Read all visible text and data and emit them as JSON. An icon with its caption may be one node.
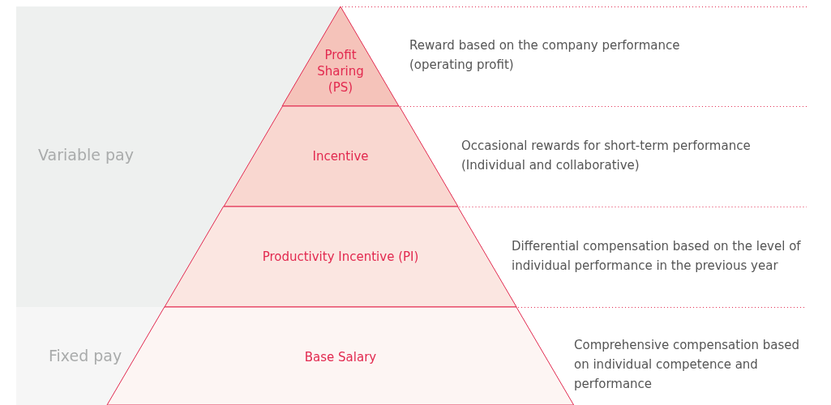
{
  "diagram": {
    "nodes": [
      {
        "text": [
          "Variable pay"
        ]
      },
      {
        "text": [
          "Fixed pay"
        ]
      },
      {
        "text": [
          "Profit Sharing (PS)"
        ],
        "beside": [
          "Reward based on the company performance (operating profit)"
        ]
      },
      {
        "text": [
          "Incentive"
        ],
        "beside": [
          "Occasional rewards for short-term performance (Individual and collaborative)"
        ]
      },
      {
        "text": [
          "Productivity Incentive (PI)"
        ],
        "beside": [
          "Differential compensation based on the level of individual performance in the previous year"
        ]
      },
      {
        "text": [
          "Base Salary"
        ],
        "beside": [
          "Comprehensive compensation based on individual competence and performance"
        ]
      }
    ],
    "edges": []
  }
}
